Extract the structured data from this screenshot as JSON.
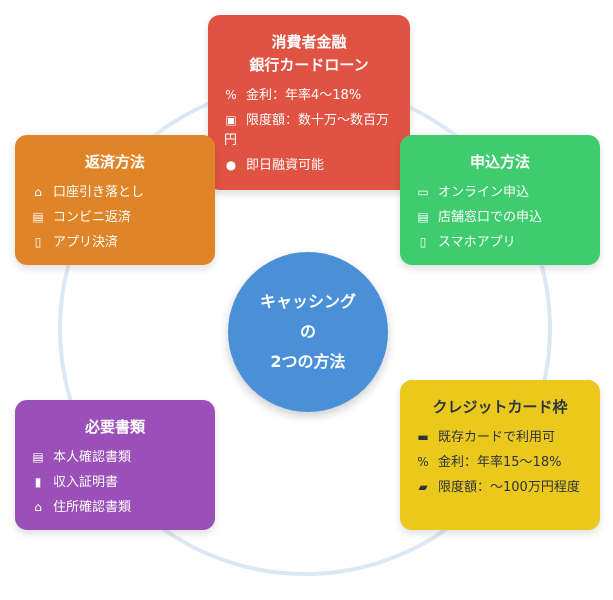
{
  "center": {
    "lines": [
      "キャッシング",
      "の",
      "2つの方法"
    ]
  },
  "cards": [
    {
      "id": "consumer",
      "title1": "消費者金融",
      "title2": "銀行カードローン",
      "color": "#e05242",
      "items": [
        {
          "icon": "percent-icon",
          "text": "金利：年率4〜18%"
        },
        {
          "icon": "money-icon",
          "text": "限度額：数十万〜数百万円"
        },
        {
          "icon": "clock-icon",
          "text": "即日融資可能"
        }
      ]
    },
    {
      "id": "apply",
      "title": "申込方法",
      "color": "#3ecc6e",
      "items": [
        {
          "icon": "laptop-icon",
          "text": "オンライン申込"
        },
        {
          "icon": "store-icon",
          "text": "店舗窓口での申込"
        },
        {
          "icon": "phone-icon",
          "text": "スマホアプリ"
        }
      ]
    },
    {
      "id": "credit",
      "title": "クレジットカード枠",
      "color": "#ebc81c",
      "items": [
        {
          "icon": "credit-card-icon",
          "text": "既存カードで利用可"
        },
        {
          "icon": "percent-icon",
          "text": "金利：年率15〜18%"
        },
        {
          "icon": "wallet-icon",
          "text": "限度額：〜100万円程度"
        }
      ]
    },
    {
      "id": "docs",
      "title": "必要書類",
      "color": "#9b4fb8",
      "items": [
        {
          "icon": "id-card-icon",
          "text": "本人確認書類"
        },
        {
          "icon": "file-icon",
          "text": "収入証明書"
        },
        {
          "icon": "home-icon",
          "text": "住所確認書類"
        }
      ]
    },
    {
      "id": "repay",
      "title": "返済方法",
      "color": "#e08428",
      "items": [
        {
          "icon": "bank-icon",
          "text": "口座引き落とし"
        },
        {
          "icon": "store-icon",
          "text": "コンビニ返済"
        },
        {
          "icon": "phone-icon",
          "text": "アプリ決済"
        }
      ]
    }
  ]
}
